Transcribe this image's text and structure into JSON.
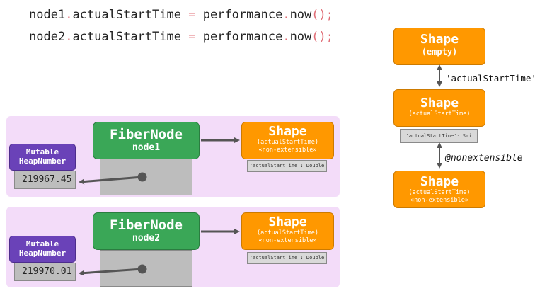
{
  "code": {
    "line1": {
      "obj": "node1",
      "prop": "actualStartTime",
      "eq": "=",
      "fn": "performance",
      "method": "now",
      "parens": "()",
      "semi": ";"
    },
    "line2": {
      "obj": "node2",
      "prop": "actualStartTime",
      "eq": "=",
      "fn": "performance",
      "method": "now",
      "parens": "()",
      "semi": ";"
    }
  },
  "panels": [
    {
      "fiber_title": "FiberNode",
      "fiber_name": "node1",
      "heap_label_1": "Mutable",
      "heap_label_2": "HeapNumber",
      "heap_value": "219967.45",
      "shape_title": "Shape",
      "shape_sub1": "(actualStartTime)",
      "shape_sub2": "«non-extensible»",
      "descriptor": "'actualStartTime': Double"
    },
    {
      "fiber_title": "FiberNode",
      "fiber_name": "node2",
      "heap_label_1": "Mutable",
      "heap_label_2": "HeapNumber",
      "heap_value": "219970.01",
      "shape_title": "Shape",
      "shape_sub1": "(actualStartTime)",
      "shape_sub2": "«non-extensible»",
      "descriptor": "'actualStartTime': Double"
    }
  ],
  "chain": {
    "shape1_title": "Shape",
    "shape1_sub": "(empty)",
    "transition1": "'actualStartTime'",
    "shape2_title": "Shape",
    "shape2_sub": "(actualStartTime)",
    "shape2_descriptor": "'actualStartTime': Smi",
    "transition2": "@nonextensible",
    "shape3_title": "Shape",
    "shape3_sub1": "(actualStartTime)",
    "shape3_sub2": "«non-extensible»"
  },
  "colors": {
    "fiber": "#3aa757",
    "shape": "#ff9800",
    "heap": "#6a42b8",
    "panel": "#f3dcf9",
    "arrow": "#555555"
  }
}
